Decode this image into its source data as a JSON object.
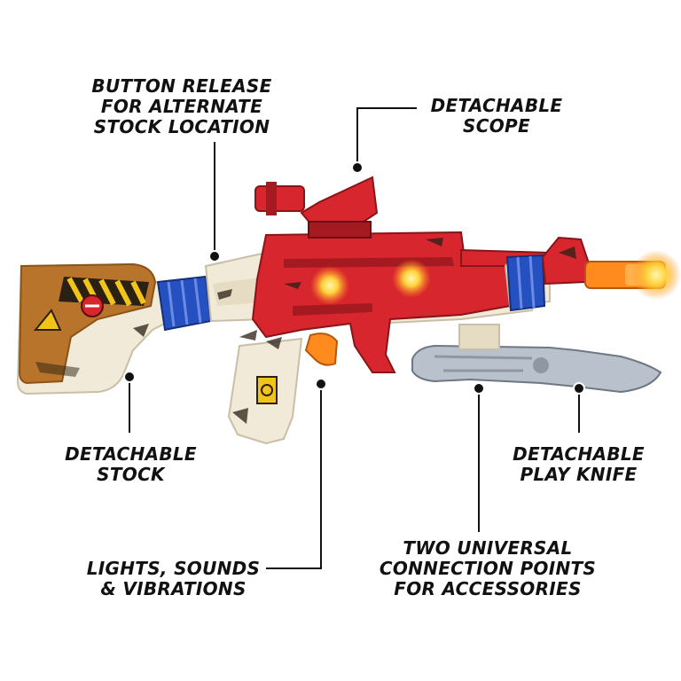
{
  "callouts": {
    "button_release": [
      "BUTTON RELEASE",
      "FOR ALTERNATE",
      "STOCK LOCATION"
    ],
    "scope": [
      "DETACHABLE",
      "SCOPE"
    ],
    "stock": [
      "DETACHABLE",
      "STOCK"
    ],
    "knife": [
      "DETACHABLE",
      "PLAY KNIFE"
    ],
    "lights": [
      "LIGHTS, SOUNDS",
      "& VIBRATIONS"
    ],
    "connection_points": [
      "TWO UNIVERSAL",
      "CONNECTION POINTS",
      "FOR ACCESSORIES"
    ]
  },
  "colors": {
    "body_red": "#d8262e",
    "dark_red": "#a51a20",
    "cream": "#f2ead8",
    "brown_stock": "#b8742a",
    "blue_tape": "#2550c0",
    "orange_tip": "#ff8a1e",
    "knife_gray": "#b9c2cc",
    "light_glow": "#ffd23c"
  }
}
